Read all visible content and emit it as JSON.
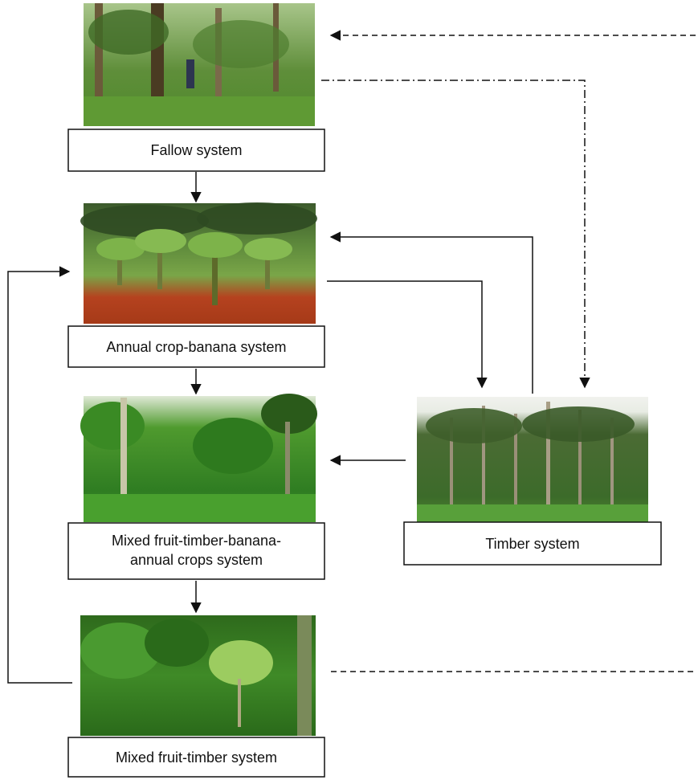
{
  "nodes": {
    "fallow": {
      "label": "Fallow system"
    },
    "annual_crop_banana": {
      "label": "Annual crop-banana system"
    },
    "mixed_fruit_timber_banana": {
      "label_line1": "Mixed fruit-timber-banana-",
      "label_line2": "annual crops system"
    },
    "mixed_fruit_timber": {
      "label": "Mixed fruit-timber system"
    },
    "timber": {
      "label": "Timber system"
    }
  },
  "arrows": [
    {
      "from": "fallow",
      "to": "annual_crop_banana",
      "style": "solid"
    },
    {
      "from": "annual_crop_banana",
      "to": "mixed_fruit_timber_banana",
      "style": "solid"
    },
    {
      "from": "mixed_fruit_timber_banana",
      "to": "mixed_fruit_timber",
      "style": "solid"
    },
    {
      "from": "mixed_fruit_timber",
      "to": "annual_crop_banana",
      "style": "solid"
    },
    {
      "from": "annual_crop_banana",
      "to": "timber",
      "style": "solid"
    },
    {
      "from": "timber",
      "to": "annual_crop_banana",
      "style": "solid"
    },
    {
      "from": "timber",
      "to": "mixed_fruit_timber_banana",
      "style": "solid"
    },
    {
      "from": "fallow",
      "to": "timber",
      "style": "dash-dot"
    },
    {
      "from": "mixed_fruit_timber",
      "to": "fallow",
      "style": "dashed"
    }
  ],
  "colors": {
    "line": "#111111",
    "soil": "#b5421f",
    "forest_dark": "#2f5e1f",
    "forest_light": "#6fb43a",
    "sky": "#eef3ea"
  }
}
